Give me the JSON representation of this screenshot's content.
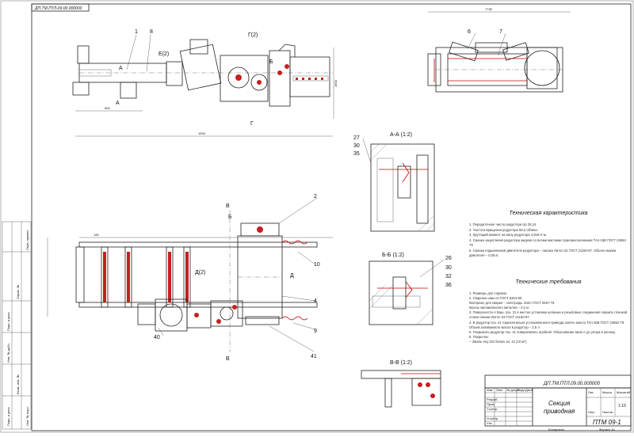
{
  "stamp_top": "ДП.ТМ.ПТЛ-09.00.000000",
  "dimensions_top": [
    "1900",
    "600",
    "1600",
    "7730"
  ],
  "parts": [
    "1",
    "8",
    "6",
    "7",
    "2",
    "10",
    "4",
    "9",
    "40",
    "41",
    "27",
    "30",
    "35",
    "26",
    "30",
    "32",
    "36"
  ],
  "section_labels": {
    "aa": "А-А (1:2)",
    "bb": "Б-Б (1:2)",
    "vv": "В-В (1:2)",
    "g_view": "Г(2)",
    "e_view": "Е(2)",
    "d_view": "Д(2)"
  },
  "cut_letters": [
    "А",
    "А",
    "Б",
    "Б",
    "В",
    "В",
    "Г",
    "Д"
  ],
  "tech_char": {
    "title": "Техническая характеристика",
    "items": [
      "1. Передаточное число редуктора Uр 25,24.",
      "2. Частота вращения редуктора 58,2 об/мин.",
      "3. Крутящий момент на валу редуктора 4,919 Н·м.",
      "4. Смазка зацепления редуктора жидкая со всеми маслами трансмиссионными ТАп-15В ГОСТ 23652-79.",
      "5. Смазка подшипников двигателя редуктора – смазка Литол 24 ГОСТ 21150-87. Объем смазки двигателя – 0,05 кг."
    ]
  },
  "tech_req": {
    "title": "Технические требования",
    "items": [
      "1. Размеры для справок.",
      "2. Сварные швы по ГОСТ 5264-80.",
      "Материал для сварки – электроды Э42А ГОСТ 9467-75.",
      "Масса наплавленного металла – 0,2 кг.",
      "3. Поверхности А Ваш, поз. 31 в местах установки шпоньки и резьбовые соединения смазать пленкой слоем смазки Литол 24 ГОСТ 21150-87.",
      "4. В редуктор поз. 41 горизонтально установленного привода залить масло ТАп-15В ГОСТ 23652-79. Объем заливаемого масла в редуктор – 2,5 л.",
      "5. Покрывать редуктор поз. 41 поворачивать пробкой. Обкатывание вала А до упора в шпонку.",
      "6. Покрытие:",
      "– Эмаль НЦ-132 белая, Ш, 12 (10 м²)."
    ]
  },
  "title_block": {
    "doc_code": "ДП.ТМ.ПТЛ.09.00.000000",
    "name_line1": "Секция",
    "name_line2": "приводная",
    "sheet_mark": "ПТМ 09-1",
    "scale": "1:10",
    "sheets_label": "Листов",
    "sheet_label": "Лист",
    "copied": "Копировал",
    "format": "Формат А1",
    "rows": [
      "Изм",
      "Лист",
      "№ докум.",
      "Подп.",
      "Дата",
      "Разраб.",
      "Пров.",
      "Т.контр.",
      "Н.контр.",
      "Утв."
    ],
    "cols": [
      "Лит.",
      "Масса",
      "Масштаб"
    ]
  },
  "side_stamp": [
    "Перв. примен.",
    "Справ. №",
    "Подп. и дата",
    "Инв. № дубл.",
    "Взам. инв. №",
    "Подп. и дата",
    "Инв. № подл."
  ],
  "colors": {
    "line": "#222222",
    "red": "#c62020",
    "paper": "#ffffff"
  }
}
